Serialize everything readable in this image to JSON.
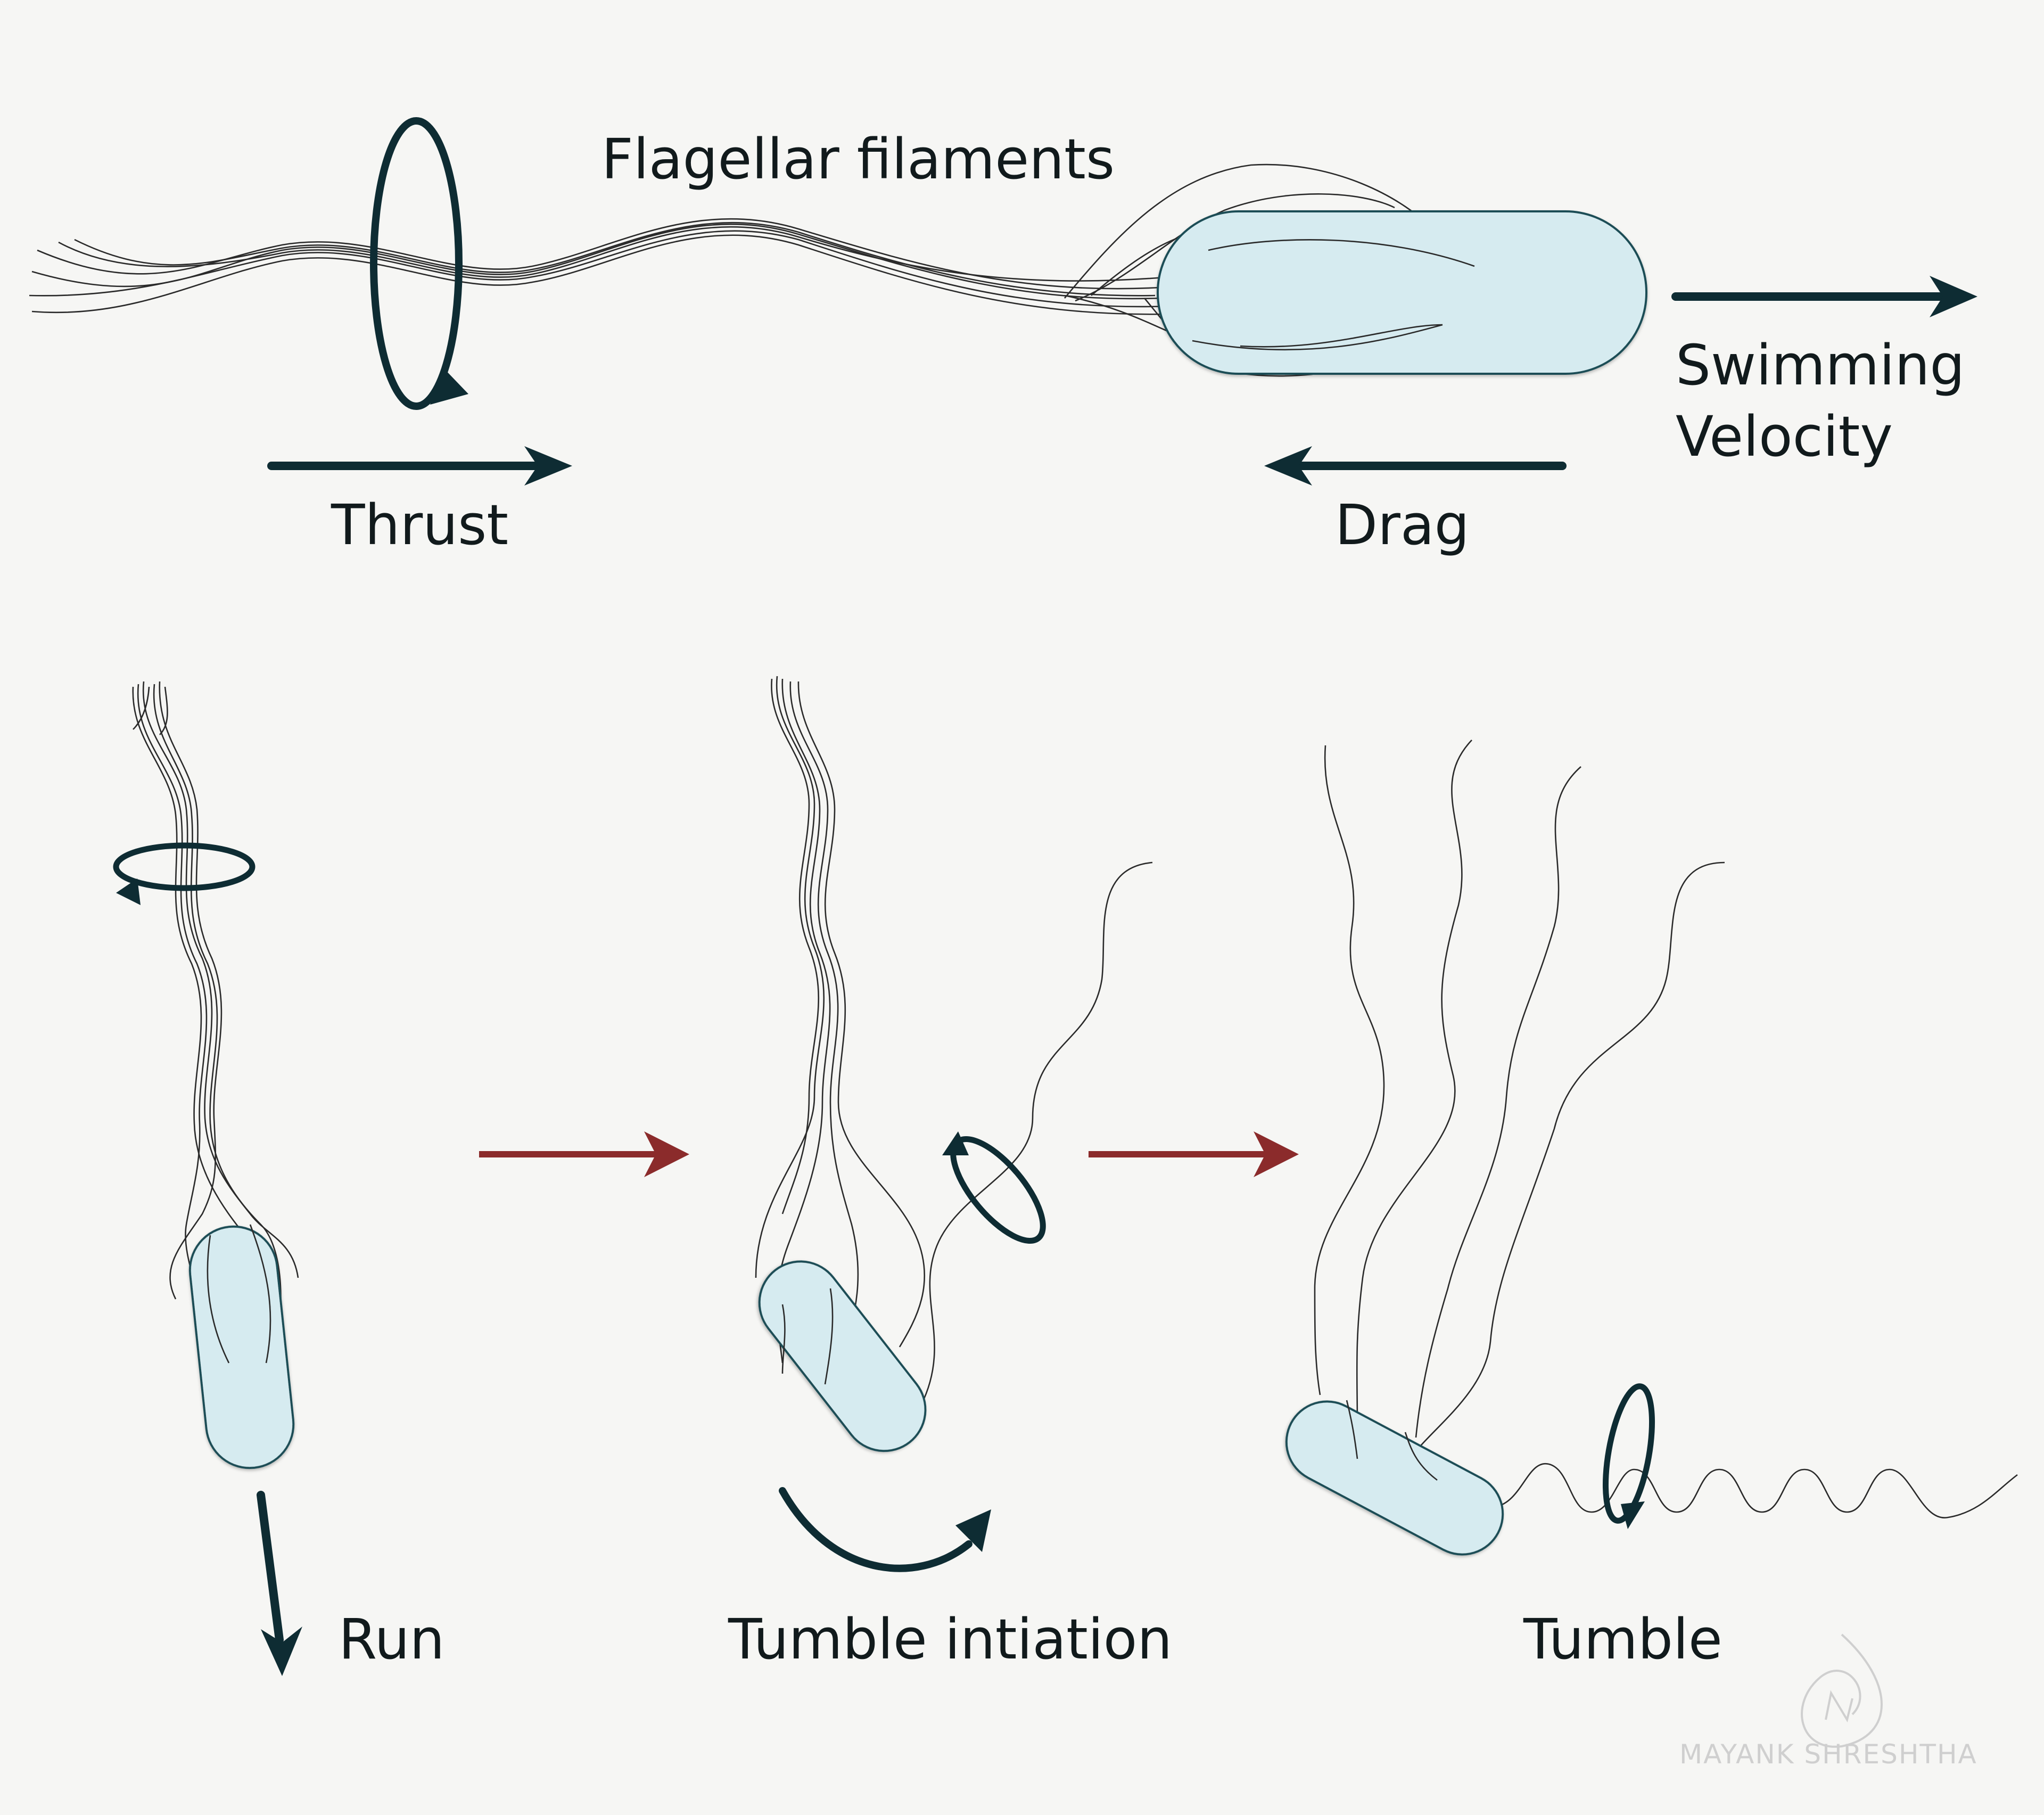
{
  "labels": {
    "flagellar_filaments": "Flagellar filaments",
    "swimming_line1": "Swimming",
    "swimming_line2": "Velocity",
    "thrust": "Thrust",
    "drag": "Drag",
    "run": "Run",
    "tumble_initiation": "Tumble intiation",
    "tumble": "Tumble"
  },
  "signature": {
    "name": "MAYANK SHRESHTHA"
  },
  "colors": {
    "background": "#f6f6f4",
    "cell_fill": "#d6ebf0",
    "cell_stroke": "#1f4e57",
    "arrow_dark": "#0e2c33",
    "arrow_red": "#8b2b2b",
    "filament": "#2a2a2a"
  }
}
